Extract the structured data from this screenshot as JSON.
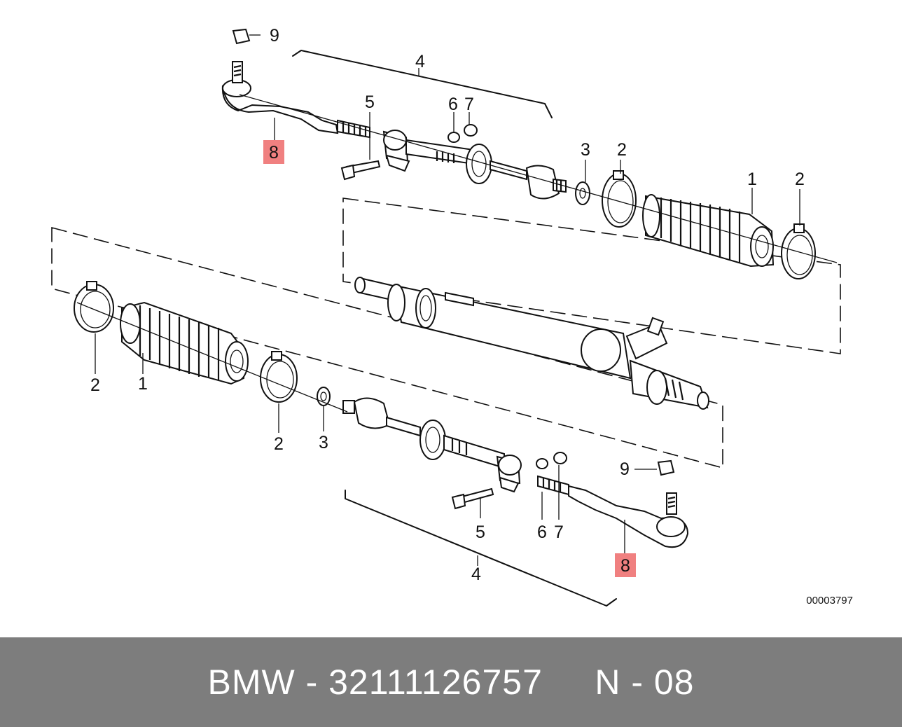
{
  "diagram": {
    "reference_code": "00003797",
    "labels": {
      "top_9": "9",
      "top_4": "4",
      "top_5": "5",
      "top_6": "6",
      "top_7": "7",
      "top_8": "8",
      "top_3": "3",
      "top_2a": "2",
      "top_1": "1",
      "top_2b": "2",
      "bot_2a": "2",
      "bot_1": "1",
      "bot_2b": "2",
      "bot_3": "3",
      "bot_9": "9",
      "bot_5": "5",
      "bot_6": "6",
      "bot_7": "7",
      "bot_4": "4",
      "bot_8": "8"
    },
    "highlight_color": "#f08080"
  },
  "footer": {
    "text": "BMW - 32111126757     N - 08",
    "background": "#7d7d7d",
    "text_color": "#ffffff"
  }
}
